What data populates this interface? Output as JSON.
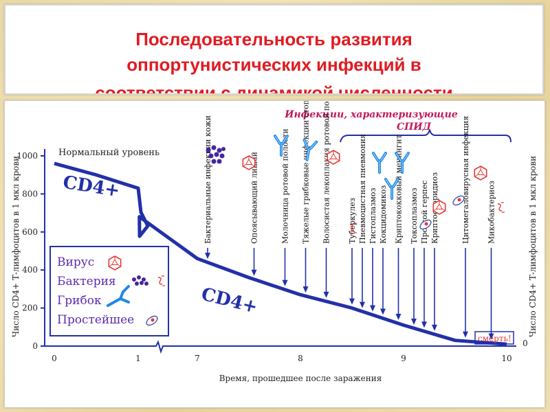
{
  "title": {
    "lines": [
      "Последовательность  развития",
      "оппортунистических инфекций в",
      "соответствии с динамикой численности"
    ]
  },
  "colors": {
    "title": "#e01b22",
    "curve": "#2230a8",
    "aids_label": "#c2185b",
    "legend": "#5b2bb0",
    "virus": "#e53935",
    "antibody": "#1e88e5",
    "death": "#e53935"
  },
  "chart_data": {
    "type": "line",
    "title": "",
    "xlabel": "Время, прошедшее после заражения",
    "ylabel": "Число CD4+ Т-лимфоцитов в 1 мкл крови",
    "ylabel_right": "Число CD4+ Т-лимфоцитов в 1 мкл крови",
    "y_ticks": [
      "1000",
      "800",
      "600",
      "400",
      "200",
      "0"
    ],
    "y_tick_values": [
      1000,
      800,
      600,
      400,
      200,
      0
    ],
    "y_right_tick": "0",
    "x_ticks": [
      "0",
      "1",
      "7",
      "8",
      "9",
      "10"
    ],
    "x_tick_values": [
      0,
      1,
      7,
      8,
      9,
      10
    ],
    "ylim": [
      0,
      1000
    ],
    "normal_level_label": "Нормальный уровень",
    "curve_labels": [
      "CD4+",
      "CD4+"
    ],
    "death_label": "смерть!",
    "series": [
      {
        "name": "",
        "points": [
          {
            "x": 0,
            "y": 960
          },
          {
            "x": 0.5,
            "y": 900
          },
          {
            "x": 1,
            "y": 830
          },
          {
            "x": 1.12,
            "y": 680
          },
          {
            "x": 7,
            "y": 460
          },
          {
            "x": 7.5,
            "y": 360
          },
          {
            "x": 8,
            "y": 270
          },
          {
            "x": 8.5,
            "y": 200
          },
          {
            "x": 9,
            "y": 110
          },
          {
            "x": 9.5,
            "y": 30
          },
          {
            "x": 10,
            "y": 10
          }
        ]
      }
    ],
    "aids_group_label": [
      "Инфекции, характеризующие",
      "СПИД"
    ],
    "infections": [
      {
        "label": "Бактериальные инфекции кожи",
        "x": 7.1
      },
      {
        "label": "Опоясывающий лишай",
        "x": 7.55
      },
      {
        "label": "Молочница ротовой полости",
        "x": 7.85
      },
      {
        "label": "Тяжелые грибковые инфекции стоп",
        "x": 8.05
      },
      {
        "label": "Волосистая лекоплакия ротовой полости",
        "x": 8.25
      },
      {
        "label": "Туберкулез",
        "x": 8.5
      },
      {
        "label": "Пневмоцистная пневмония",
        "x": 8.6
      },
      {
        "label": "Гистоплазмоз",
        "x": 8.7
      },
      {
        "label": "Кокцидомикоз",
        "x": 8.8
      },
      {
        "label": "Криптококковый менингит",
        "x": 8.95
      },
      {
        "label": "Токсоплазмоз",
        "x": 9.1
      },
      {
        "label": "Простой герпес",
        "x": 9.2
      },
      {
        "label": "Криптоспоридиоз",
        "x": 9.3
      },
      {
        "label": "Цитомегаловирусная инфекция",
        "x": 9.6
      },
      {
        "label": "Микобактериоз",
        "x": 9.85
      }
    ]
  },
  "legend": [
    {
      "label": "Вирус",
      "icon": "virus-icon"
    },
    {
      "label": "Бактерия",
      "icon": "bacteria-icon"
    },
    {
      "label": "Грибок",
      "icon": "fungus-icon"
    },
    {
      "label": "Простейшее",
      "icon": "protozoa-icon"
    }
  ]
}
